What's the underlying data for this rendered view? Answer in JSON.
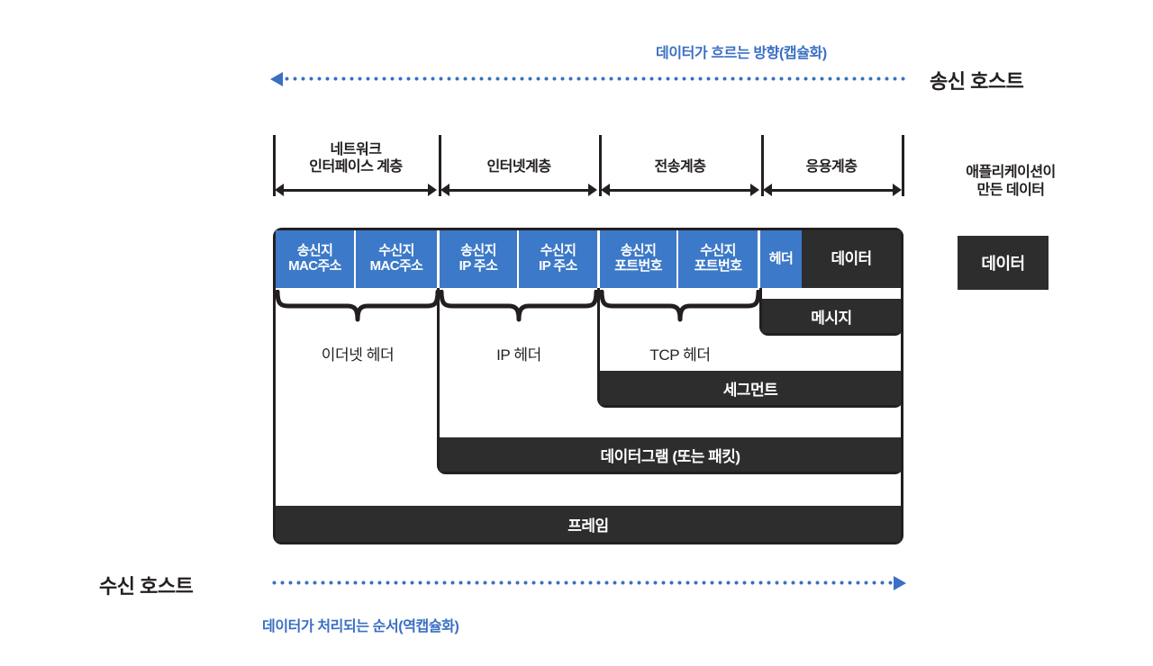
{
  "diagram": {
    "title": "TCP/IP encapsulation diagram",
    "colors": {
      "blue": "#3c79c8",
      "dark": "#2d2d2d",
      "accent_text": "#3a6fc4",
      "ink": "#231f20"
    }
  },
  "top_flow": {
    "caption": "데이터가 흐르는 방향(캡슐화)",
    "host_label": "송신 호스트",
    "direction": "left"
  },
  "bottom_flow": {
    "caption": "데이터가 처리되는 순서(역캡슐화)",
    "host_label": "수신 호스트",
    "direction": "right"
  },
  "layers": [
    {
      "name": "네트워크\n인터페이스 계층"
    },
    {
      "name": "인터넷계층"
    },
    {
      "name": "전송계층"
    },
    {
      "name": "응용계층"
    }
  ],
  "header_cells": [
    {
      "label": "송신지\nMAC주소",
      "style": "blue"
    },
    {
      "label": "수신지\nMAC주소",
      "style": "blue"
    },
    {
      "label": "송신지\nIP 주소",
      "style": "blue"
    },
    {
      "label": "수신지\nIP 주소",
      "style": "blue"
    },
    {
      "label": "송신지\n포트번호",
      "style": "blue"
    },
    {
      "label": "수신지\n포트번호",
      "style": "blue"
    },
    {
      "label": "헤더",
      "style": "blue"
    },
    {
      "label": "데이터",
      "style": "dark"
    }
  ],
  "header_names": [
    {
      "label": "이더넷 헤더"
    },
    {
      "label": "IP 헤더"
    },
    {
      "label": "TCP 헤더"
    }
  ],
  "pdus": [
    {
      "label": "메시지"
    },
    {
      "label": "세그먼트"
    },
    {
      "label": "데이터그램 (또는 패킷)"
    },
    {
      "label": "프레임"
    }
  ],
  "side": {
    "note": "애플리케이션이\n만든 데이터",
    "data_box": "데이터"
  }
}
